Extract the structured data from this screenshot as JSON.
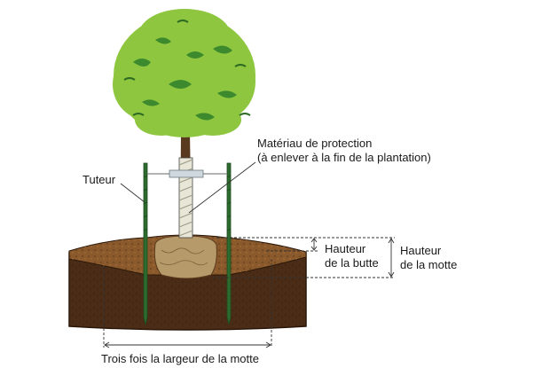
{
  "labels": {
    "protection_line1": "Matériau de protection",
    "protection_line2": "(à enlever à la fin de la plantation)",
    "stake": "Tuteur",
    "mound_height_line1": "Hauteur",
    "mound_height_line2": "de la butte",
    "rootball_height_line1": "Hauteur",
    "rootball_height_line2": "de la motte",
    "width": "Trois fois la largeur de la motte"
  },
  "colors": {
    "foliage_light": "#8ec63f",
    "foliage_dark": "#3d8a2e",
    "trunk": "#5a3a1e",
    "soil_dark": "#4a2c17",
    "soil_mound": "#8a5a2c",
    "rootball": "#b79a6a",
    "stake": "#2e6b2f",
    "wrap": "#e8e6d6",
    "line": "#333333"
  }
}
